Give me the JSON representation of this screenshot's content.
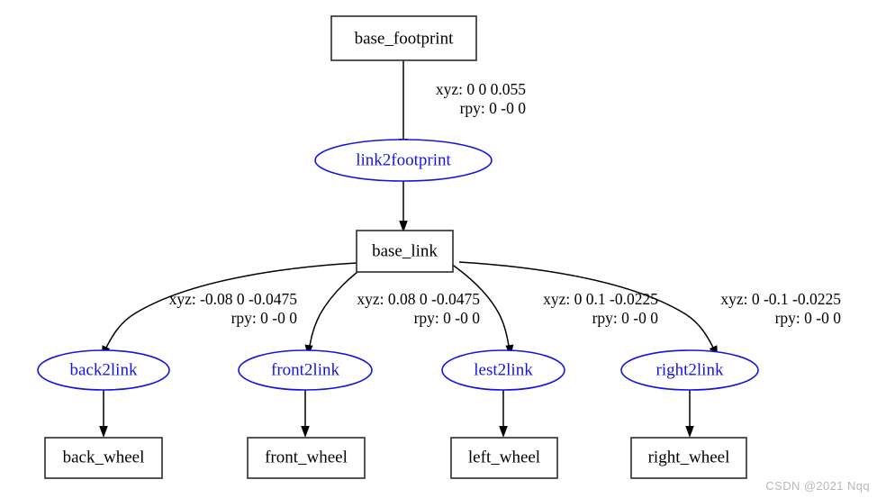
{
  "diagram": {
    "title": "URDF robot link/joint tree",
    "watermark": "CSDN @2021 Nqq",
    "colors": {
      "link_stroke": "#2b2b2b",
      "joint_stroke": "#1414e0",
      "joint_text": "#1414e0",
      "edge": "#000000",
      "background": "#ffffff",
      "watermark": "#b8b8b8"
    }
  },
  "links": [
    {
      "id": "base_footprint",
      "label": "base_footprint"
    },
    {
      "id": "base_link",
      "label": "base_link"
    },
    {
      "id": "back_wheel",
      "label": "back_wheel"
    },
    {
      "id": "front_wheel",
      "label": "front_wheel"
    },
    {
      "id": "left_wheel",
      "label": "left_wheel"
    },
    {
      "id": "right_wheel",
      "label": "right_wheel"
    }
  ],
  "joints": [
    {
      "id": "link2footprint",
      "label": "link2footprint"
    },
    {
      "id": "back2link",
      "label": "back2link"
    },
    {
      "id": "front2link",
      "label": "front2link"
    },
    {
      "id": "lest2link",
      "label": "lest2link"
    },
    {
      "id": "right2link",
      "label": "right2link"
    }
  ],
  "edges": [
    {
      "from": "base_footprint",
      "to": "link2footprint",
      "xyz": "xyz: 0 0 0.055",
      "rpy": "rpy: 0 -0 0"
    },
    {
      "from": "link2footprint",
      "to": "base_link",
      "xyz": "",
      "rpy": ""
    },
    {
      "from": "base_link",
      "to": "back2link",
      "xyz": "xyz: -0.08 0 -0.0475",
      "rpy": "rpy: 0 -0 0"
    },
    {
      "from": "base_link",
      "to": "front2link",
      "xyz": "xyz: 0.08 0 -0.0475",
      "rpy": "rpy: 0 -0 0"
    },
    {
      "from": "base_link",
      "to": "lest2link",
      "xyz": "xyz: 0 0.1 -0.0225",
      "rpy": "rpy: 0 -0 0"
    },
    {
      "from": "base_link",
      "to": "right2link",
      "xyz": "xyz: 0 -0.1 -0.0225",
      "rpy": "rpy: 0 -0 0"
    },
    {
      "from": "back2link",
      "to": "back_wheel",
      "xyz": "",
      "rpy": ""
    },
    {
      "from": "front2link",
      "to": "front_wheel",
      "xyz": "",
      "rpy": ""
    },
    {
      "from": "lest2link",
      "to": "left_wheel",
      "xyz": "",
      "rpy": ""
    },
    {
      "from": "right2link",
      "to": "right_wheel",
      "xyz": "",
      "rpy": ""
    }
  ]
}
